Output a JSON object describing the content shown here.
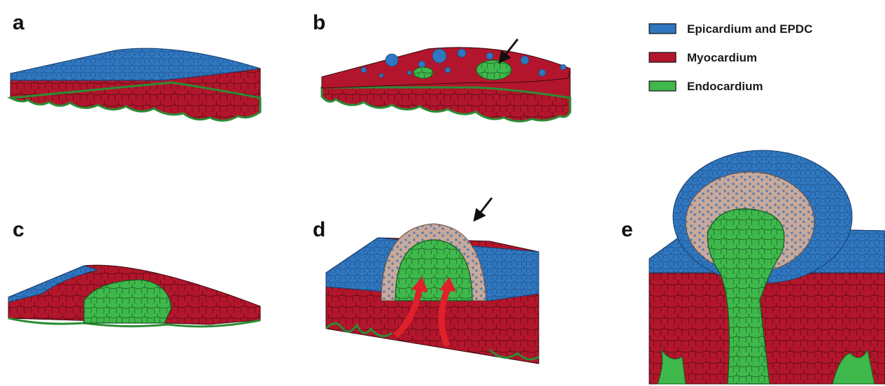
{
  "panels": [
    {
      "label": "a"
    },
    {
      "label": "b"
    },
    {
      "label": "c"
    },
    {
      "label": "d"
    },
    {
      "label": "e"
    }
  ],
  "legend": [
    {
      "label": "Epicardium and EPDC",
      "color": "#2f77c0"
    },
    {
      "label": "Myocardium",
      "color": "#b3162c"
    },
    {
      "label": "Endocardium",
      "color": "#3fb84c"
    }
  ],
  "colors": {
    "epicardium": "#2f77c0",
    "myocardium": "#b3162c",
    "endocardium": "#3fb84c",
    "tan": "#c9a99a",
    "arrow_red": "#e0202a"
  },
  "icons": {
    "arrow_b": "black-arrow-icon",
    "arrow_d": "black-arrow-icon",
    "arrows_d": "red-curved-arrow-icon"
  }
}
